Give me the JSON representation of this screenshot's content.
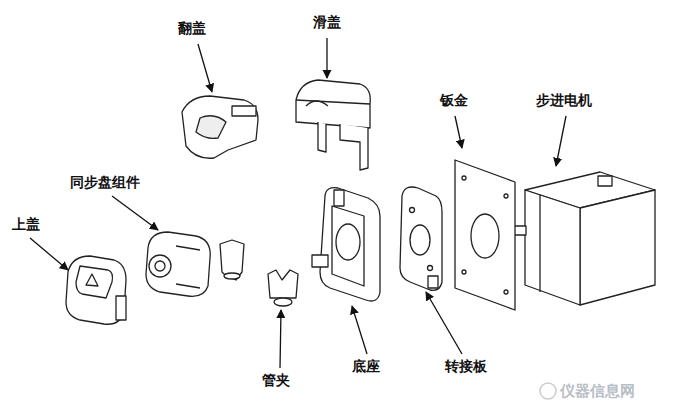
{
  "diagram": {
    "labels": [
      "滑盖",
      "翻盖",
      "钣金",
      "步进电机",
      "同步盘组件",
      "上盖",
      "底座",
      "转接板",
      "管夹",
      "仪器信息网"
    ]
  }
}
